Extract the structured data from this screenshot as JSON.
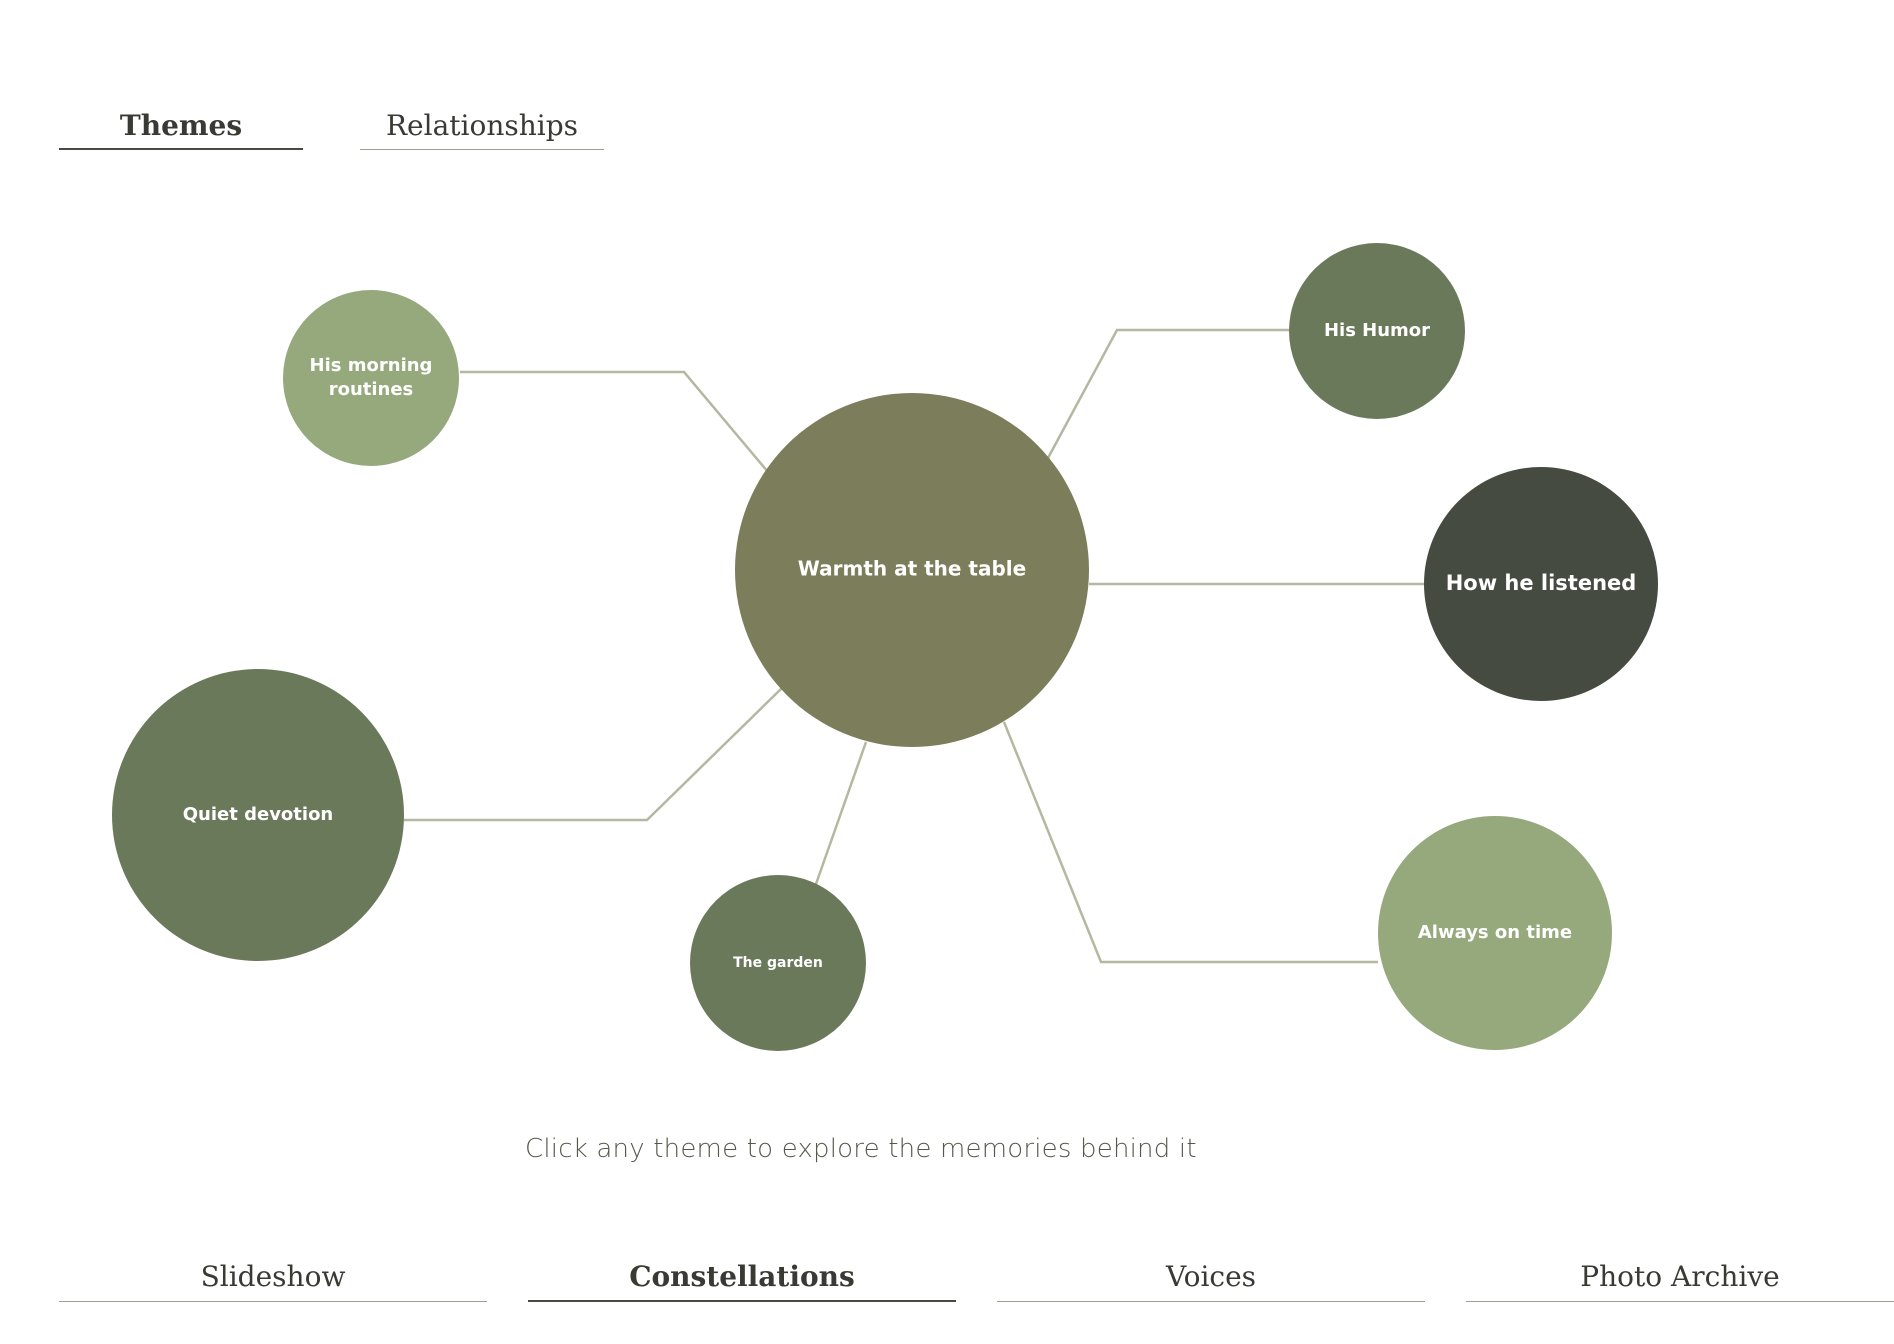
{
  "top_tabs": [
    {
      "label": "Themes",
      "active": true
    },
    {
      "label": "Relationships",
      "active": false
    }
  ],
  "center_theme": {
    "label": "Warmth at the table",
    "color": "#7c7d5b"
  },
  "themes": [
    {
      "id": "morning",
      "lines": [
        "His morning",
        "routines"
      ],
      "color": "#95a97c"
    },
    {
      "id": "humor",
      "lines": [
        "His Humor"
      ],
      "color": "#6b795b"
    },
    {
      "id": "listened",
      "lines": [
        "How he listened"
      ],
      "color": "#454b40"
    },
    {
      "id": "ontime",
      "lines": [
        "Always on time"
      ],
      "color": "#95a97c"
    },
    {
      "id": "garden",
      "lines": [
        "The garden"
      ],
      "color": "#6b795b"
    },
    {
      "id": "devotion",
      "lines": [
        "Quiet devotion"
      ],
      "color": "#6b795b"
    }
  ],
  "connector_color": "#b4b8a0",
  "hint": "Click any theme to explore the memories behind it",
  "bottom_nav": [
    {
      "label": "Slideshow",
      "active": false
    },
    {
      "label": "Constellations",
      "active": true
    },
    {
      "label": "Voices",
      "active": false
    },
    {
      "label": "Photo Archive",
      "active": false
    }
  ]
}
